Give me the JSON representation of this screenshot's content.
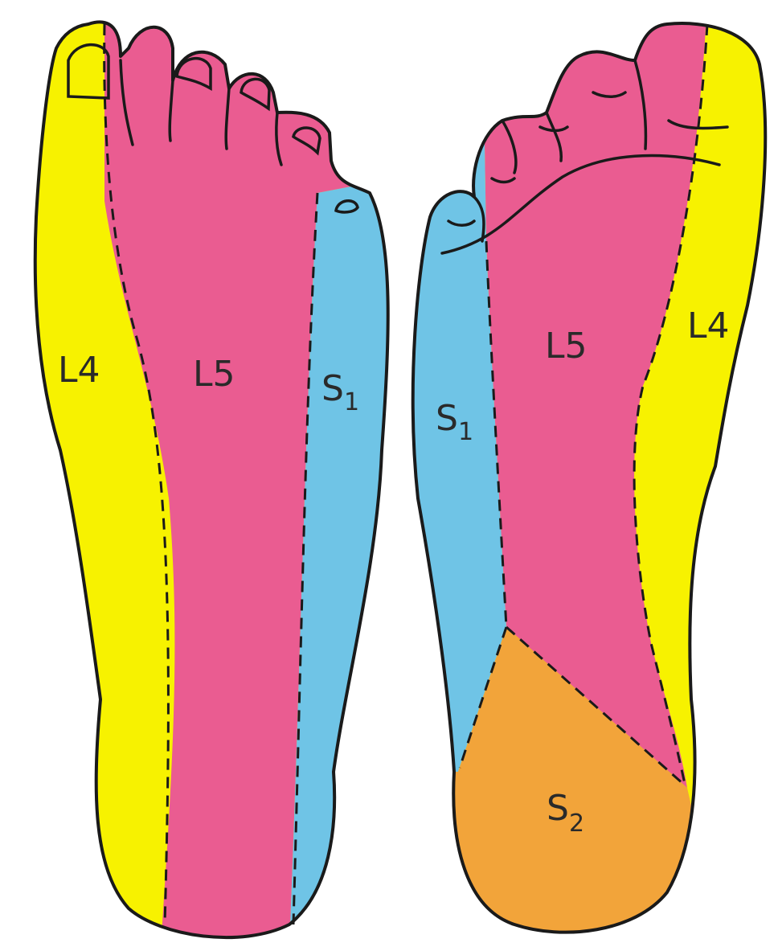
{
  "colors": {
    "L4": "#f7f200",
    "L5": "#ea5c91",
    "S1": "#6fc4e6",
    "S2": "#f2a43a",
    "outline": "#1a1a1a",
    "background": "#ffffff"
  },
  "left_foot": {
    "labels": {
      "l4": "L4",
      "l5": "L5",
      "s1": {
        "main": "S",
        "sub": "1"
      }
    }
  },
  "right_foot": {
    "labels": {
      "l4": "L4",
      "l5": "L5",
      "s1": {
        "main": "S",
        "sub": "1"
      },
      "s2": {
        "main": "S",
        "sub": "2"
      }
    }
  }
}
